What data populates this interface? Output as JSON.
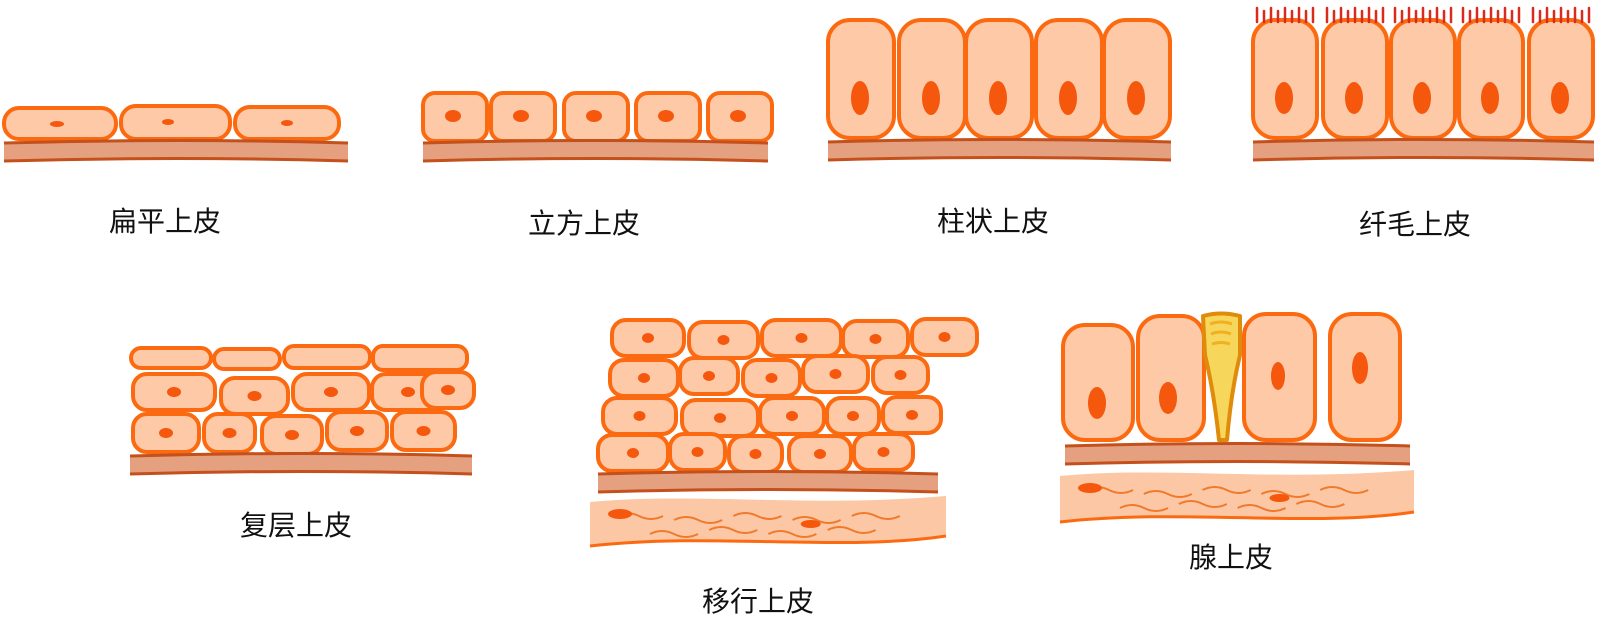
{
  "colors": {
    "outline": "#fb6a10",
    "cell": "#fdc9a7",
    "nucleus": "#f5570c",
    "membrane_band": "#e5a07f",
    "membrane_line": "#c4501c",
    "connective": "#fcc7a4",
    "fiber": "#f07a2c",
    "cilia": "#d92a1e",
    "goblet_fill": "#f7d65c",
    "goblet_outline": "#e08b0a",
    "goblet_inner": "#f0b020",
    "text": "#111111"
  },
  "panels": [
    {
      "id": "squamous",
      "label": "扁平上皮",
      "type": "squamous"
    },
    {
      "id": "cuboidal",
      "label": "立方上皮",
      "type": "cuboidal"
    },
    {
      "id": "columnar",
      "label": "柱状上皮",
      "type": "columnar"
    },
    {
      "id": "ciliated",
      "label": "纤毛上皮",
      "type": "ciliated"
    },
    {
      "id": "stratified",
      "label": "复层上皮",
      "type": "stratified"
    },
    {
      "id": "transitional",
      "label": "移行上皮",
      "type": "transitional"
    },
    {
      "id": "glandular",
      "label": "腺上皮",
      "type": "glandular"
    }
  ]
}
